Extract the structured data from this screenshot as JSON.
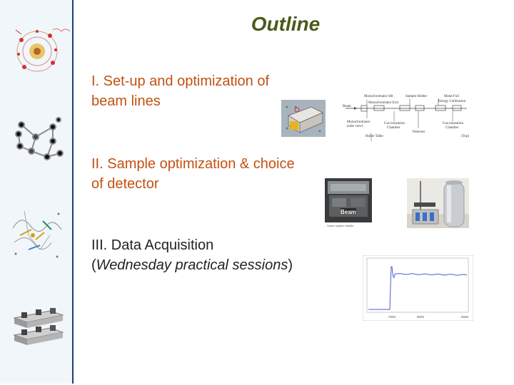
{
  "slide": {
    "title": "Outline",
    "items": [
      {
        "line1": "I. Set-up and optimization of",
        "line2": "beam lines"
      },
      {
        "line1": "II. Sample optimization & choice",
        "line2": "of detector"
      },
      {
        "line1": "III. Data Acquisition",
        "line2_open": "(",
        "line2_italic": "Wednesday practical sessions",
        "line2_close": ")"
      }
    ]
  },
  "beamline_diagram": {
    "labels": {
      "mono_slit": "Monochromator Slit",
      "sample_holder": "Sample Holder",
      "metal_foil": "Metal Foil",
      "energy_cal": "Energy Calibration",
      "mono_exit": "Monochromator Exit",
      "beam": "Beam",
      "mono_crystals": "Monochromator",
      "crystals_sub": "(side view)",
      "ion_chamber_1": "Gas ionization",
      "ion_chamber_1b": "Chamber",
      "ion_chamber_2": "Gas ionization",
      "ion_chamber_2b": "Chamber",
      "detector": "Detector",
      "huber": "Huber Table",
      "top": "(Top)"
    }
  },
  "detector_photo": {
    "label": "Beam",
    "caption": "Some caption details"
  },
  "spectrum_plot": {
    "x_ticks": [
      "7500",
      "8000",
      "8500"
    ]
  }
}
